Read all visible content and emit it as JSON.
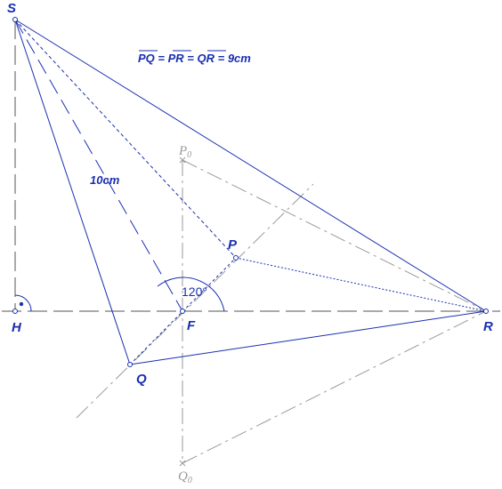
{
  "points": {
    "S": "S",
    "H": "H",
    "F": "F",
    "P": "P",
    "Q": "Q",
    "R": "R",
    "P0": {
      "main": "P",
      "sub": "0"
    },
    "Q0": {
      "main": "Q",
      "sub": "0"
    }
  },
  "annotations": {
    "formula": {
      "a": "PQ",
      "b": "PR",
      "c": "QR",
      "eq1": " = ",
      "eq2": " = ",
      "eq3": " = 9cm"
    },
    "dimension": "10cm",
    "angle": "120°"
  },
  "colors": {
    "construction": "#1a2fb0",
    "auxiliary": "#9a9a9a",
    "axis": "#555555"
  }
}
